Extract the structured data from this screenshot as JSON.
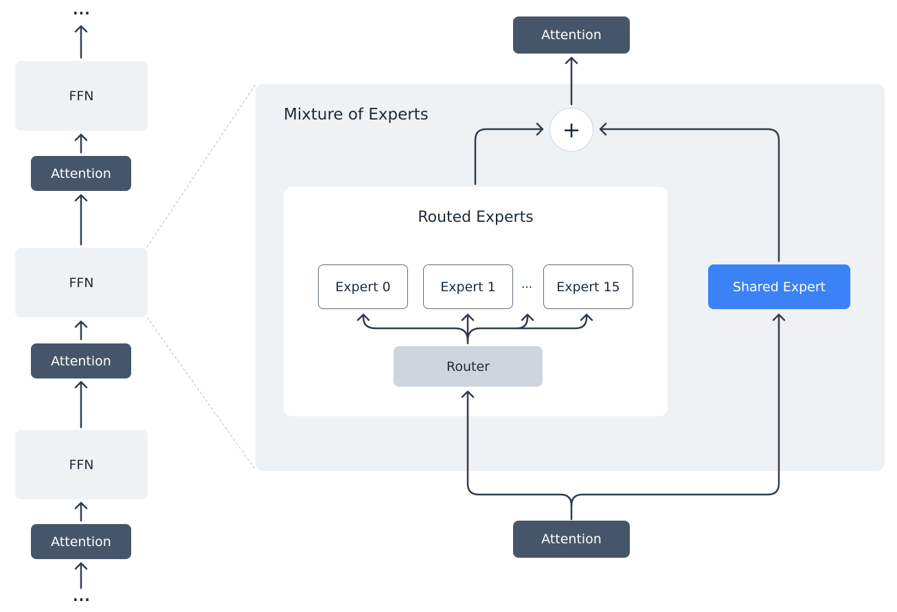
{
  "left_stack": {
    "top_ellipsis": "...",
    "bottom_ellipsis": "...",
    "ffn_label": "FFN",
    "attention_label": "Attention"
  },
  "moe": {
    "title": "Mixture of Experts",
    "routed_title": "Routed Experts",
    "experts": [
      "Expert 0",
      "Expert 1",
      "Expert 15"
    ],
    "experts_ellipsis": "...",
    "router_label": "Router",
    "shared_label": "Shared Expert",
    "plus_symbol": "+",
    "attention_top_label": "Attention",
    "attention_bottom_label": "Attention"
  },
  "colors": {
    "attention_fill": "#45566a",
    "ffn_fill": "#eff2f5",
    "router_fill": "#cfd5dd",
    "shared_fill": "#3b82f6",
    "wire": "#2f3d4c"
  }
}
